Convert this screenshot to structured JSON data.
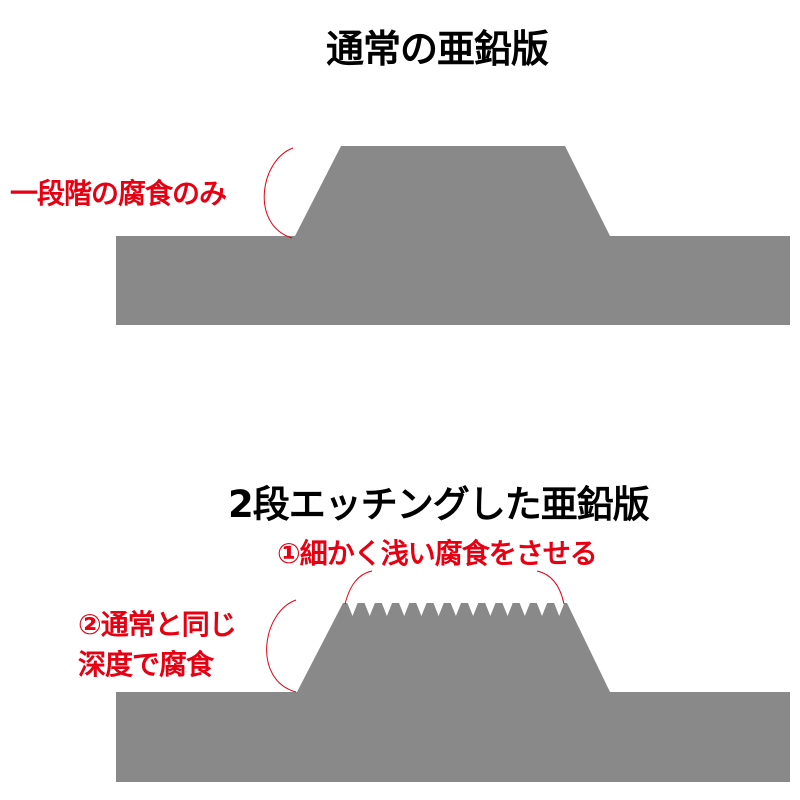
{
  "colors": {
    "plate": "#898989",
    "accent_red": "#e60012",
    "title_text": "#000000",
    "background": "#ffffff"
  },
  "section_1": {
    "title": "通常の亜鉛版",
    "annotation": "一段階の腐食のみ",
    "plate_label": "zinc-plate-normal"
  },
  "section_2": {
    "title": "2段エッチングした亜鉛版",
    "annotation_1": "①細かく浅い腐食をさせる",
    "annotation_2_line1": "②通常と同じ",
    "annotation_2_line2": "深度で腐食",
    "teeth_count": 13
  }
}
